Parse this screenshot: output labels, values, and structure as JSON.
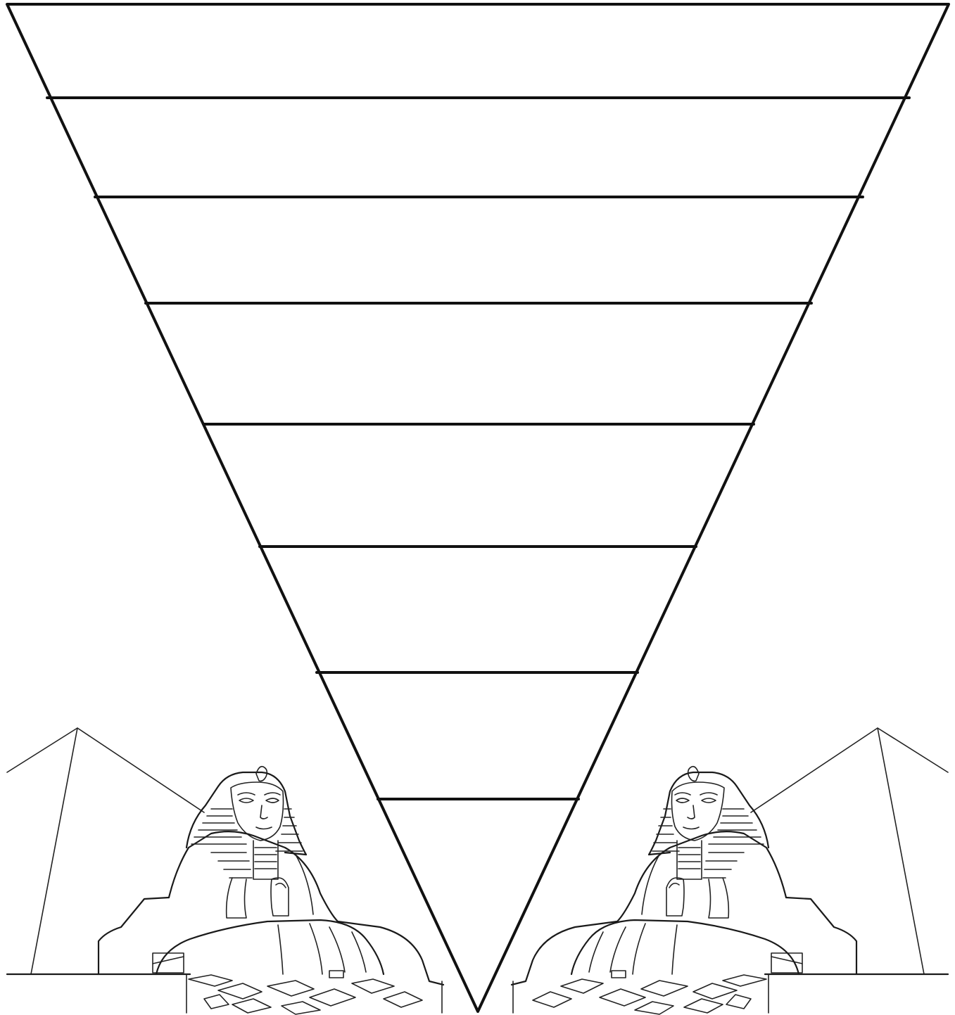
{
  "diagram": {
    "type": "inverted-pyramid-worksheet",
    "band_count": 8,
    "bands": [
      {
        "text": ""
      },
      {
        "text": ""
      },
      {
        "text": ""
      },
      {
        "text": ""
      },
      {
        "text": ""
      },
      {
        "text": ""
      },
      {
        "text": ""
      },
      {
        "text": ""
      }
    ],
    "line_color": "#111111",
    "background": "#ffffff"
  },
  "illustrations": [
    {
      "name": "sphinx-with-pyramid",
      "side": "left"
    },
    {
      "name": "sphinx-with-pyramid",
      "side": "right",
      "mirrored": true
    }
  ]
}
